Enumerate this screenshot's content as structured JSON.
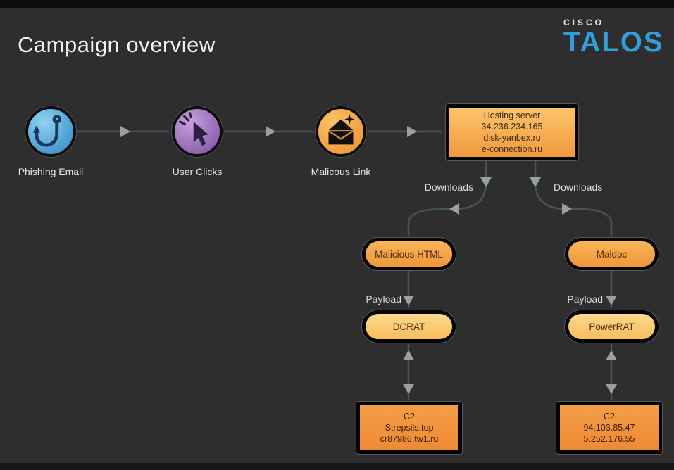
{
  "title": "Campaign overview",
  "logo": {
    "cisco": "CISCO",
    "talos": "TALOS"
  },
  "chain": {
    "phishing_label": "Phishing Email",
    "clicks_label": "User Clicks",
    "link_label": "Malicous Link"
  },
  "hosting": {
    "lines": [
      "Hosting server",
      "34.236.234.165",
      "disk-yanbex.ru",
      "e-connection.ru"
    ]
  },
  "labels": {
    "downloads_left": "Downloads",
    "downloads_right": "Downloads",
    "payload_left": "Payload",
    "payload_right": "Payload"
  },
  "nodes": {
    "malicious_html": "Malicious HTML",
    "maldoc": "Maldoc",
    "dcrat": "DCRAT",
    "powerrat": "PowerRAT"
  },
  "c2_left": {
    "lines": [
      "C2",
      "Strepsils.top",
      "cr87986.tw1.ru"
    ]
  },
  "c2_right": {
    "lines": [
      "C2",
      "94.103.85.47",
      "5.252.176.55"
    ]
  },
  "icons": {
    "phishing": "hook-icon",
    "clicks": "cursor-click-icon",
    "link": "malicious-envelope-icon"
  },
  "colors": {
    "background": "#2e2e2e",
    "talos_blue": "#2fa0da",
    "box_orange": "#f19a3e",
    "pill_gold": "#f7bd5e",
    "line": "#44545c",
    "arrowhead": "#98a0a6"
  }
}
